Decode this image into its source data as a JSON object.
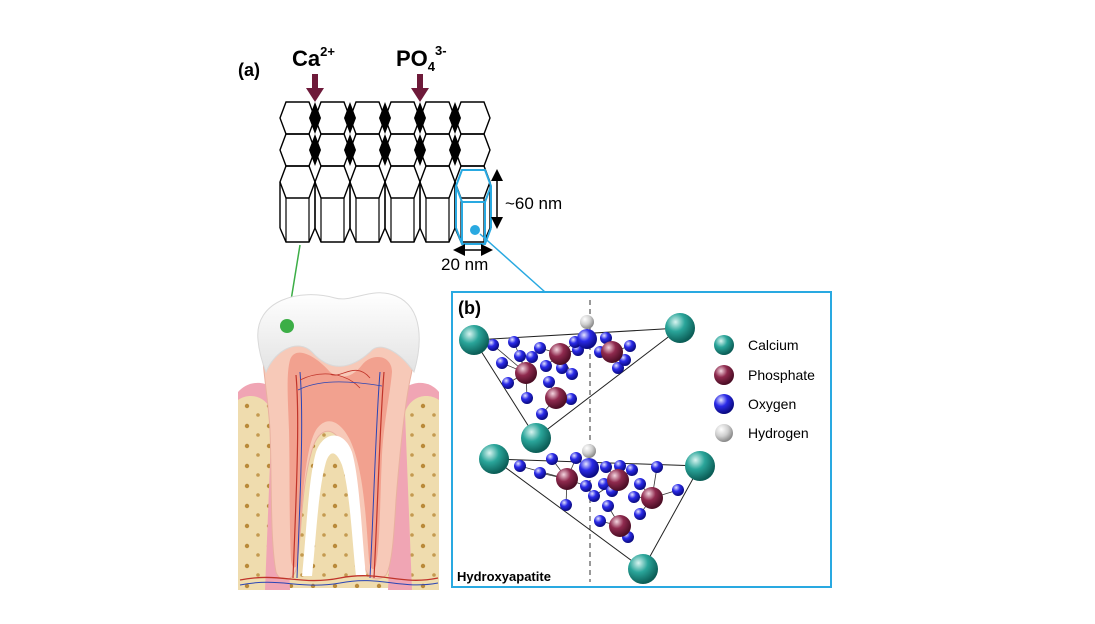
{
  "panel_a": {
    "label": "(a)",
    "ion_left": {
      "base": "Ca",
      "sup": "2+"
    },
    "ion_right": {
      "base": "PO",
      "sub": "4",
      "sup": "3-"
    },
    "height_label": "~60 nm",
    "width_label": "20 nm"
  },
  "panel_b": {
    "label": "(b)",
    "caption": "Hydroxyapatite",
    "legend": [
      {
        "key": "calcium",
        "label": "Calcium",
        "color": "#1f8f86"
      },
      {
        "key": "phosphate",
        "label": "Phosphate",
        "color": "#8c2346"
      },
      {
        "key": "oxygen",
        "label": "Oxygen",
        "color": "#1f1fe0"
      },
      {
        "key": "hydrogen",
        "label": "Hydrogen",
        "color": "#bdbdbd"
      }
    ]
  },
  "colors": {
    "arrow": "#6e1a3a",
    "highlight": "#29a9e1",
    "enamel_link": "#3cae46",
    "gum": "#f0a5b4",
    "bone": "#efdcae",
    "pulp": "#f2a18f"
  }
}
